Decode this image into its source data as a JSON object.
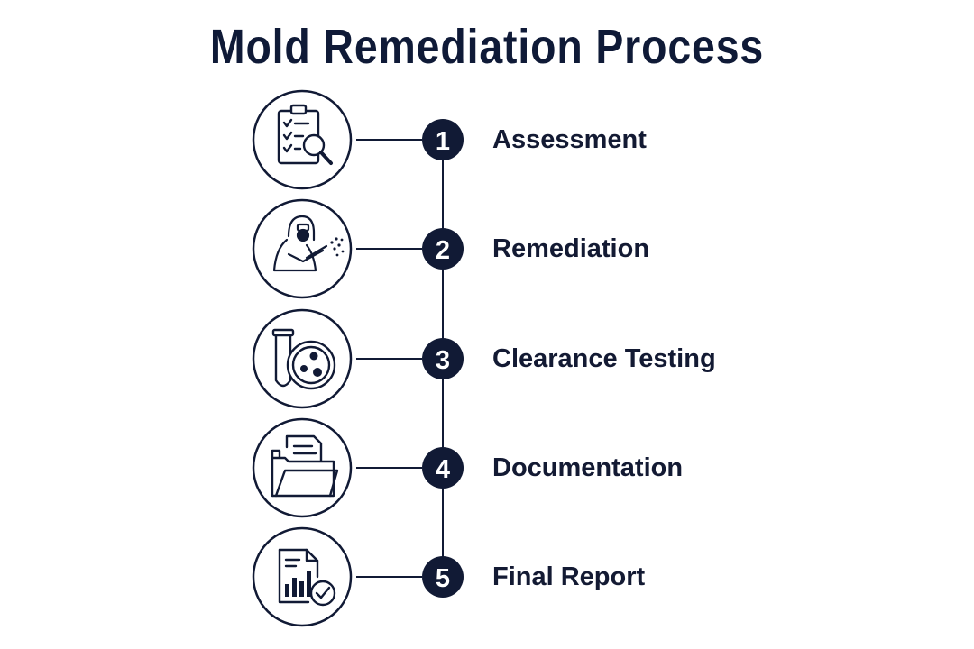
{
  "title": "Mold Remediation Process",
  "colors": {
    "ink": "#111a35",
    "background": "#ffffff"
  },
  "steps": [
    {
      "number": "1",
      "label": "Assessment",
      "icon": "clipboard-checklist-magnifier-icon"
    },
    {
      "number": "2",
      "label": "Remediation",
      "icon": "hazmat-worker-spraying-icon"
    },
    {
      "number": "3",
      "label": "Clearance Testing",
      "icon": "test-tube-petri-dish-icon"
    },
    {
      "number": "4",
      "label": "Documentation",
      "icon": "folder-documents-icon"
    },
    {
      "number": "5",
      "label": "Final Report",
      "icon": "report-chart-checkmark-icon"
    }
  ]
}
